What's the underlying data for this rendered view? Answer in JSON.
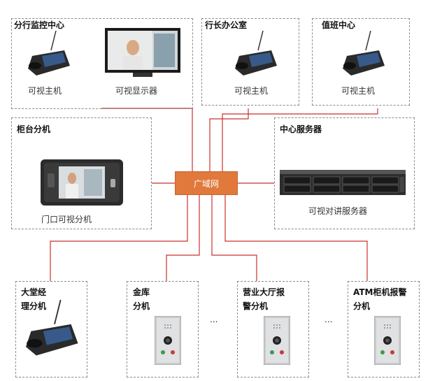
{
  "hub": {
    "label": "广域网"
  },
  "boxes": {
    "monitor_center": {
      "title": "分行监控中心",
      "device_label_1": "可视主机",
      "device_label_2": "可视显示器"
    },
    "president_office": {
      "title": "行长办公室",
      "device_label": "可视主机"
    },
    "duty_center": {
      "title": "值班中心",
      "device_label": "可视主机"
    },
    "counter": {
      "title": "柜台分机",
      "device_label": "门口可视分机"
    },
    "server_center": {
      "title": "中心服务器",
      "device_label": "可视对讲服务器"
    },
    "lobby": {
      "title_line1": "大堂经",
      "title_line2": "理分机"
    },
    "vault": {
      "title_line1": "金库",
      "title_line2": "分机"
    },
    "hall_alarm": {
      "title_line1": "营业大厅报",
      "title_line2": "警分机"
    },
    "atm_alarm": {
      "title_line1": "ATM柜机报警",
      "title_line2": "分机"
    }
  },
  "ellipsis": "...",
  "colors": {
    "wire": "#c8322d",
    "hub": "#e0793b",
    "border": "#8c8c8c"
  }
}
